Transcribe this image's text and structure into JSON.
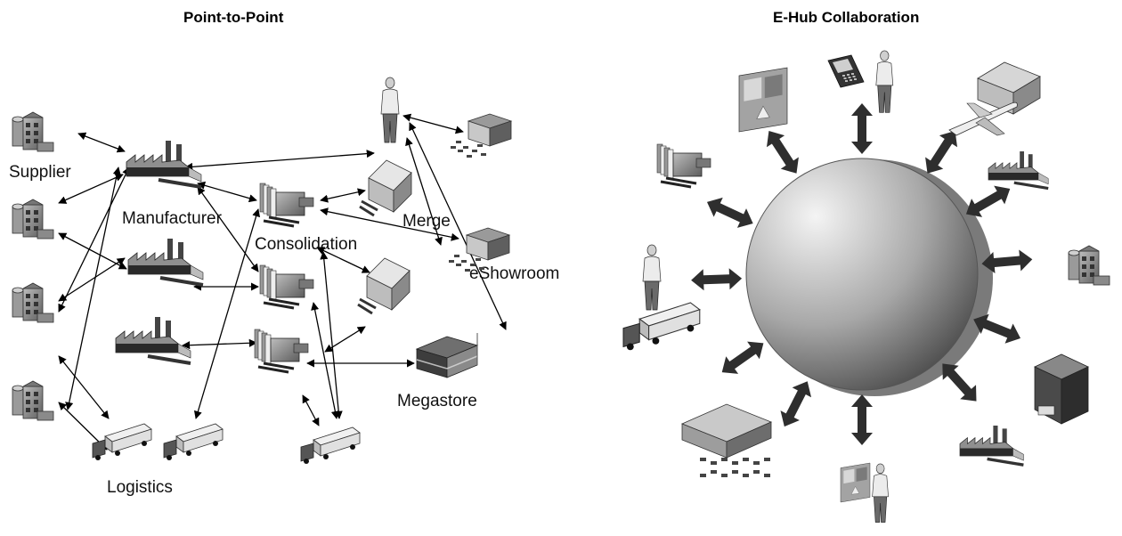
{
  "left_panel": {
    "title": "Point-to-Point",
    "labels": {
      "supplier": "Supplier",
      "manufacturer": "Manufacturer",
      "consolidation": "Consolidation",
      "merge": "Merge",
      "eshowroom": "eShowroom",
      "megastore": "Megastore",
      "logistics": "Logistics"
    }
  },
  "right_panel": {
    "title": "E-Hub Collaboration"
  },
  "colors": {
    "line": "#000000",
    "hub_light": "#f2f2f2",
    "hub_dark": "#5a5a5a",
    "arrow_fill": "#2e2e2e"
  },
  "icons": [
    "supplier-icon",
    "factory-icon",
    "consolidation-icon",
    "warehouse-icon",
    "store-icon",
    "megastore-icon",
    "truck-icon",
    "person-icon",
    "airplane-icon",
    "kiosk-icon",
    "handheld-icon",
    "hub-sphere"
  ]
}
